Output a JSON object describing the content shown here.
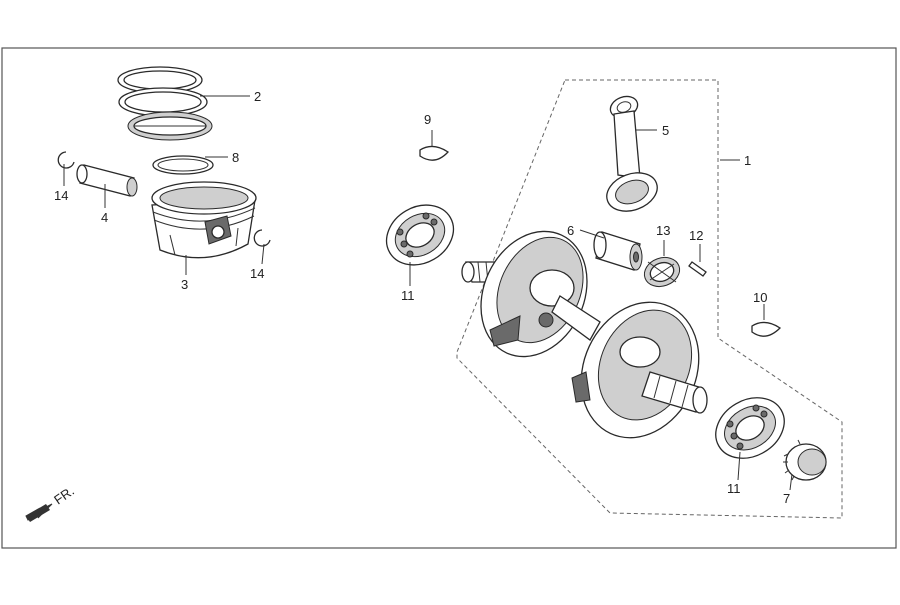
{
  "colors": {
    "line": "#333333",
    "frame": "#555555",
    "shade": "#cfcfcf",
    "dark": "#6a6a6a"
  },
  "callouts": [
    {
      "id": "p1",
      "label": "1"
    },
    {
      "id": "p2",
      "label": "2"
    },
    {
      "id": "p3",
      "label": "3"
    },
    {
      "id": "p4",
      "label": "4"
    },
    {
      "id": "p5",
      "label": "5"
    },
    {
      "id": "p6",
      "label": "6"
    },
    {
      "id": "p7",
      "label": "7"
    },
    {
      "id": "p8",
      "label": "8"
    },
    {
      "id": "p9",
      "label": "9"
    },
    {
      "id": "p10",
      "label": "10"
    },
    {
      "id": "p11a",
      "label": "11"
    },
    {
      "id": "p11b",
      "label": "11"
    },
    {
      "id": "p12",
      "label": "12"
    },
    {
      "id": "p13",
      "label": "13"
    },
    {
      "id": "p14a",
      "label": "14"
    },
    {
      "id": "p14b",
      "label": "14"
    }
  ],
  "direction": {
    "label": "FR.",
    "icon": "front-arrow-icon"
  }
}
